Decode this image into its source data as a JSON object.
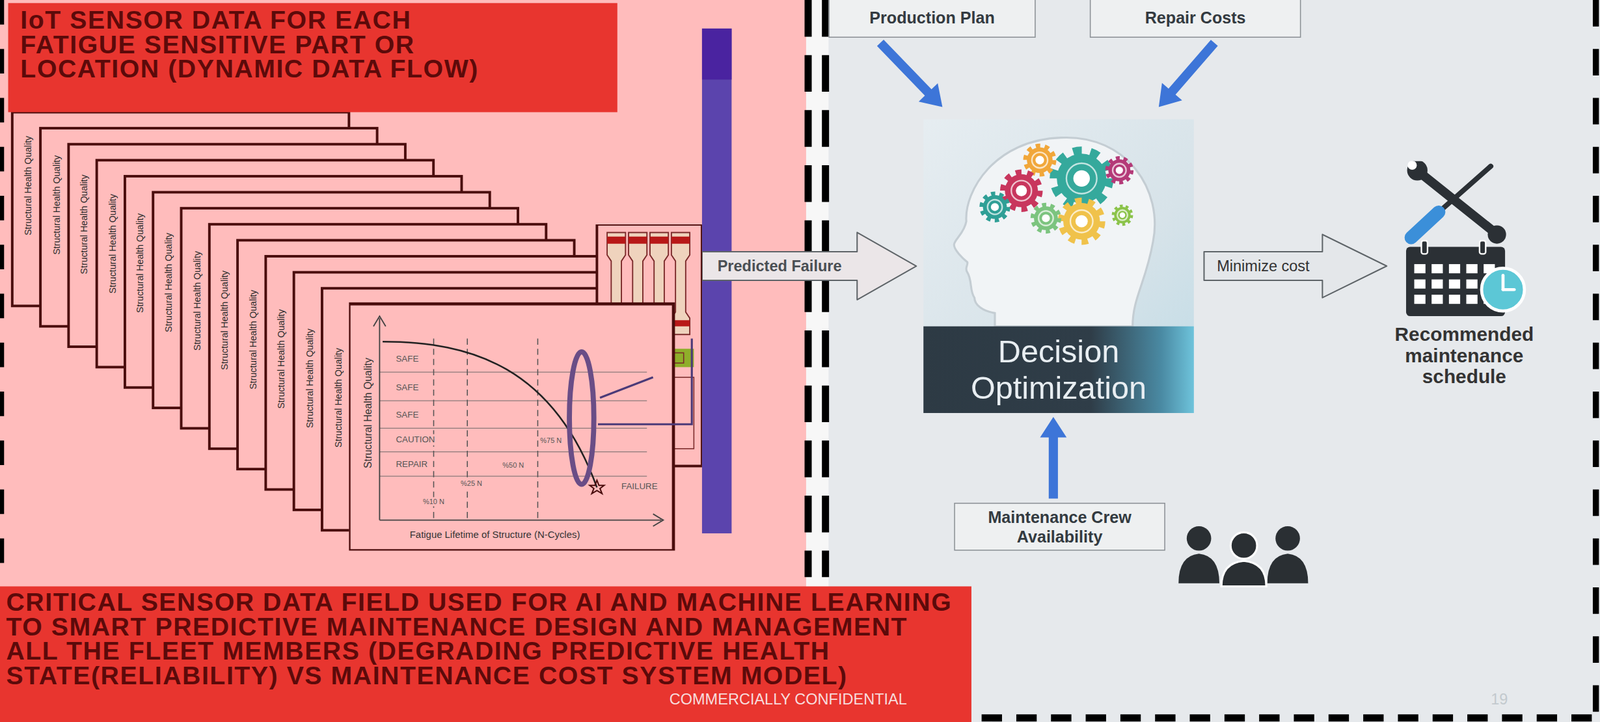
{
  "diagram": {
    "nodes": [
      {
        "text": [
          "IoT SENSOR DATA FOR EACH FATIGUE SENSITIVE PART OR LOCATION (DYNAMIC DATA FLOW)"
        ]
      },
      {
        "text": [
          "Production Plan"
        ]
      },
      {
        "text": [
          "Repair Costs"
        ]
      },
      {
        "text": [
          "Structural Health Quality",
          "Fatigue Lifetime of Structure (N-Cycles)"
        ]
      },
      {
        "text": [
          "Decision Optimization"
        ]
      },
      {
        "text": [
          "Recommended maintenance schedule"
        ]
      },
      {
        "text": [
          "Maintenance Crew Availability"
        ]
      },
      {
        "text": [
          "CRITICAL SENSOR DATA FIELD USED FOR AI AND MACHINE LEARNING TO SMART PREDICTIVE MAINTENANCE DESIGN AND MANAGEMENT ALL THE FLEET MEMBERS (DEGRADING PREDICTIVE HEALTH STATE(RELIABILITY) VS MAINTENANCE COST SYSTEM MODEL)"
        ]
      }
    ],
    "edges": [
      {
        "from": 3,
        "to": 4,
        "label": "Predicted Failure",
        "arrow": "to"
      },
      {
        "from": 1,
        "to": 4,
        "arrow": "to"
      },
      {
        "from": 2,
        "to": 4,
        "arrow": "to"
      },
      {
        "from": 6,
        "to": 4,
        "arrow": "to"
      },
      {
        "from": 4,
        "to": 5,
        "label": "Minimize cost",
        "arrow": "to"
      }
    ],
    "labels": [
      "Structural Health Quality",
      "Structural Health Quality",
      "Structural Health Quality",
      "Structural Health Quality",
      "Structural Health Quality",
      "Structural Health Quality",
      "Structural Health Quality",
      "Structural Health Quality",
      "Structural Health Quality",
      "Structural Health Quality",
      "Structural Health Quality",
      "Structural Health Quality",
      "SAFE",
      "SAFE",
      "SAFE",
      "CAUTION",
      "REPAIR",
      "FAILURE",
      "%10 N",
      "%25 N",
      "%50 N",
      "%75 N",
      "COMMERCIALLY CONFIDENTIAL",
      "19"
    ]
  }
}
